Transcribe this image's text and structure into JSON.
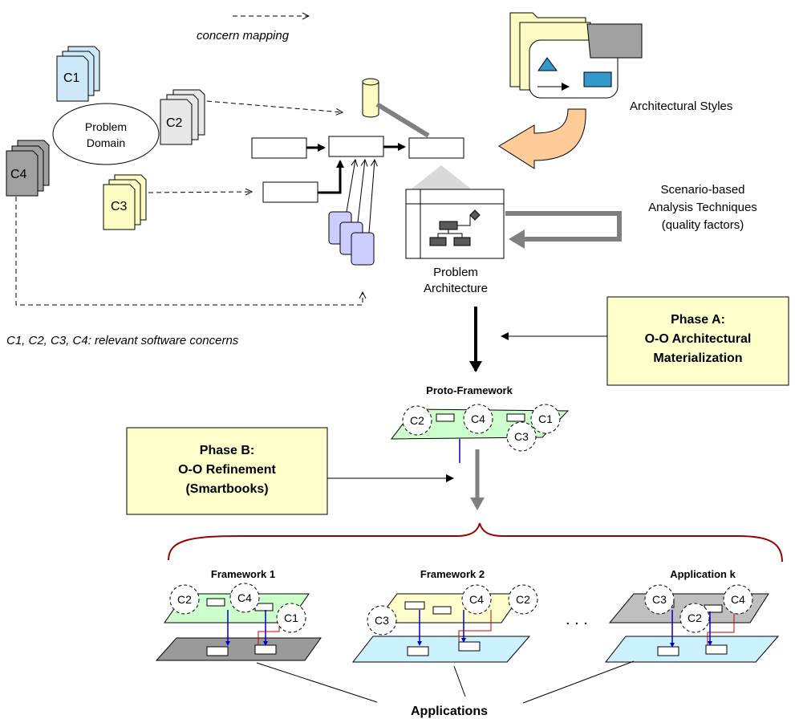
{
  "legend": {
    "concern_mapping": "concern mapping",
    "concerns_note": "C1, C2, C3, C4: relevant software concerns"
  },
  "concerns": {
    "c1": "C1",
    "c2": "C2",
    "c3": "C3",
    "c4": "C4"
  },
  "problem_domain": {
    "line1": "Problem",
    "line2": "Domain"
  },
  "architectural_styles": "Architectural Styles",
  "scenario": {
    "line1": "Scenario-based",
    "line2": "Analysis Techniques",
    "line3": "(quality factors)"
  },
  "problem_architecture": {
    "line1": "Problem",
    "line2": "Architecture"
  },
  "phase_a": {
    "line1": "Phase A:",
    "line2": "O-O Architectural",
    "line3": "Materialization"
  },
  "phase_b": {
    "line1": "Phase B:",
    "line2": "O-O Refinement",
    "line3": "(Smartbooks)"
  },
  "proto_framework": "Proto-Framework",
  "framework1": "Framework 1",
  "framework2": "Framework 2",
  "application_k": "Application k",
  "ellipsis": ". . .",
  "applications": "Applications",
  "colors": {
    "c1_doc": "#cde8f8",
    "c2_doc": "#e8e8e8",
    "c3_doc": "#fdfbc4",
    "c4_doc": "#a0a0a0",
    "phase_box": "#ffffcc",
    "green_plane": "#ccffcc",
    "yellow_plane": "#ffffcc",
    "cyan_plane": "#ccf2ff",
    "gray_plane": "#9a9a9a",
    "brace": "#990000",
    "arrow_orange": "#ffcc99",
    "component_purple": "#ccccff"
  }
}
